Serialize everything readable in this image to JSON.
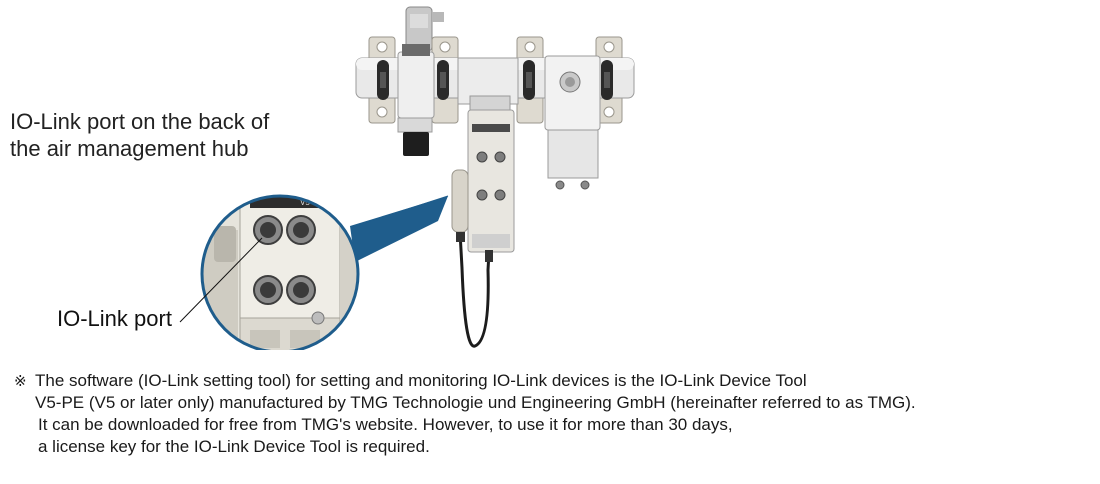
{
  "hub_caption": {
    "line1": "IO-Link port on the back of",
    "line2": "the air management hub"
  },
  "port_callout": "IO-Link port",
  "device_badge": "V5",
  "footnote": {
    "marker": "※",
    "line1": "The software (IO-Link setting tool) for setting and monitoring IO-Link devices is the IO-Link Device Tool",
    "line2": "V5-PE (V5 or later only) manufactured by TMG Technologie und Engineering GmbH (hereinafter referred to as TMG).",
    "line3": "It can be downloaded for free from TMG's website. However, to use it for more than 30 days,",
    "line4": "a license key for the IO-Link Device Tool is required."
  }
}
